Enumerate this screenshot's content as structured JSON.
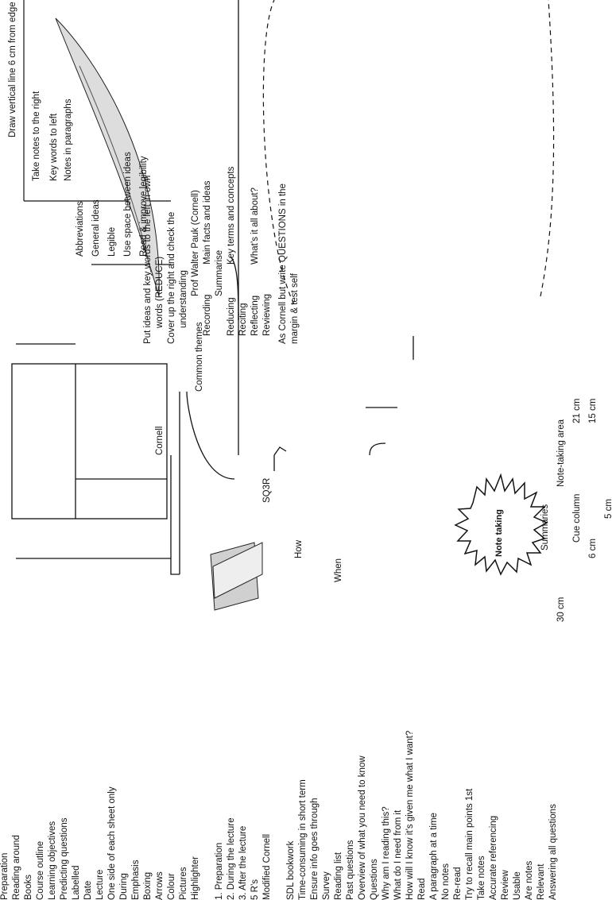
{
  "center": {
    "label": "Note taking"
  },
  "cornell": {
    "label": "Cornell",
    "branches": {
      "preparation": "1. Preparation",
      "during": "2. During the lecture",
      "after": "3. After the lecture",
      "rs": "5 R’s",
      "modified": "Modified Cornell"
    },
    "prep_items": [
      "Draw vertical line 6 cm from edge",
      "Take notes to the right",
      "Key words to left"
    ],
    "during_items": [
      "Notes in paragraphs",
      "Abbreviations",
      "General ideas",
      "Legible",
      "Use space between ideas",
      "Read & improve legibility"
    ],
    "after_items": [
      "Put ideas and key words to the left in own",
      "words (REDUCE)",
      "Cover up the right and check the",
      "understanding"
    ],
    "rs_items": [
      "Prof Walter Pauk (Cornell)",
      "Recording",
      "Main facts and ideas",
      "Summarise",
      "Reducing",
      "Key terms and concepts",
      "Reciting",
      "Reflecting",
      "What’s it all about?",
      "Reviewing"
    ],
    "modified_items": [
      "As Cornell but write QUESTIONS in the",
      "margin & test self"
    ]
  },
  "common": {
    "label": "Common themes",
    "preparation": "Preparation",
    "reading_around": "Reading around",
    "books": "Books",
    "course_outline": "Course outline",
    "learning_objectives": "Learning objectives",
    "predicting": "Predicting questions",
    "labelled": "Labelled",
    "date": "Date",
    "lecture": "Lecture",
    "one_side": "One side of each sheet only",
    "during": "During",
    "emphasis": "Emphasis",
    "emphasis_items": [
      "Boxing",
      "Arrows",
      "Colour",
      "Pictures",
      "Highlighter"
    ]
  },
  "page_diagram": {
    "width": "21 cm",
    "area_width": "15 cm",
    "area": "Note-taking area",
    "cue_width": "6 cm",
    "cue": "Cue column",
    "summary_height": "5 cm",
    "summaries": "Summaries",
    "height": "30 cm"
  },
  "sq3r": {
    "label": "SQ3R",
    "how": "How",
    "when": "When",
    "when_items": [
      "SDL bookwork",
      "Time-consuming in short term",
      "Ensure info goes through"
    ],
    "survey": "Survey",
    "survey_items": [
      "Reading list",
      "Past questions",
      "Overview of what you need to know"
    ],
    "questions": "Questions",
    "questions_items": [
      "Why am I reading this?",
      "What do I need from it",
      "How will I know it’s given me what I want?"
    ],
    "read": "Read",
    "read_items": [
      "A paragraph at a time",
      "No notes"
    ],
    "reread": "Re-read",
    "reread_items": [
      "Try to recall main points 1st",
      "Take notes",
      "Accurate referencing"
    ],
    "review": "Review",
    "review_items": [
      "Usable",
      "Are notes",
      "Relevant",
      "Answering all questions"
    ]
  }
}
